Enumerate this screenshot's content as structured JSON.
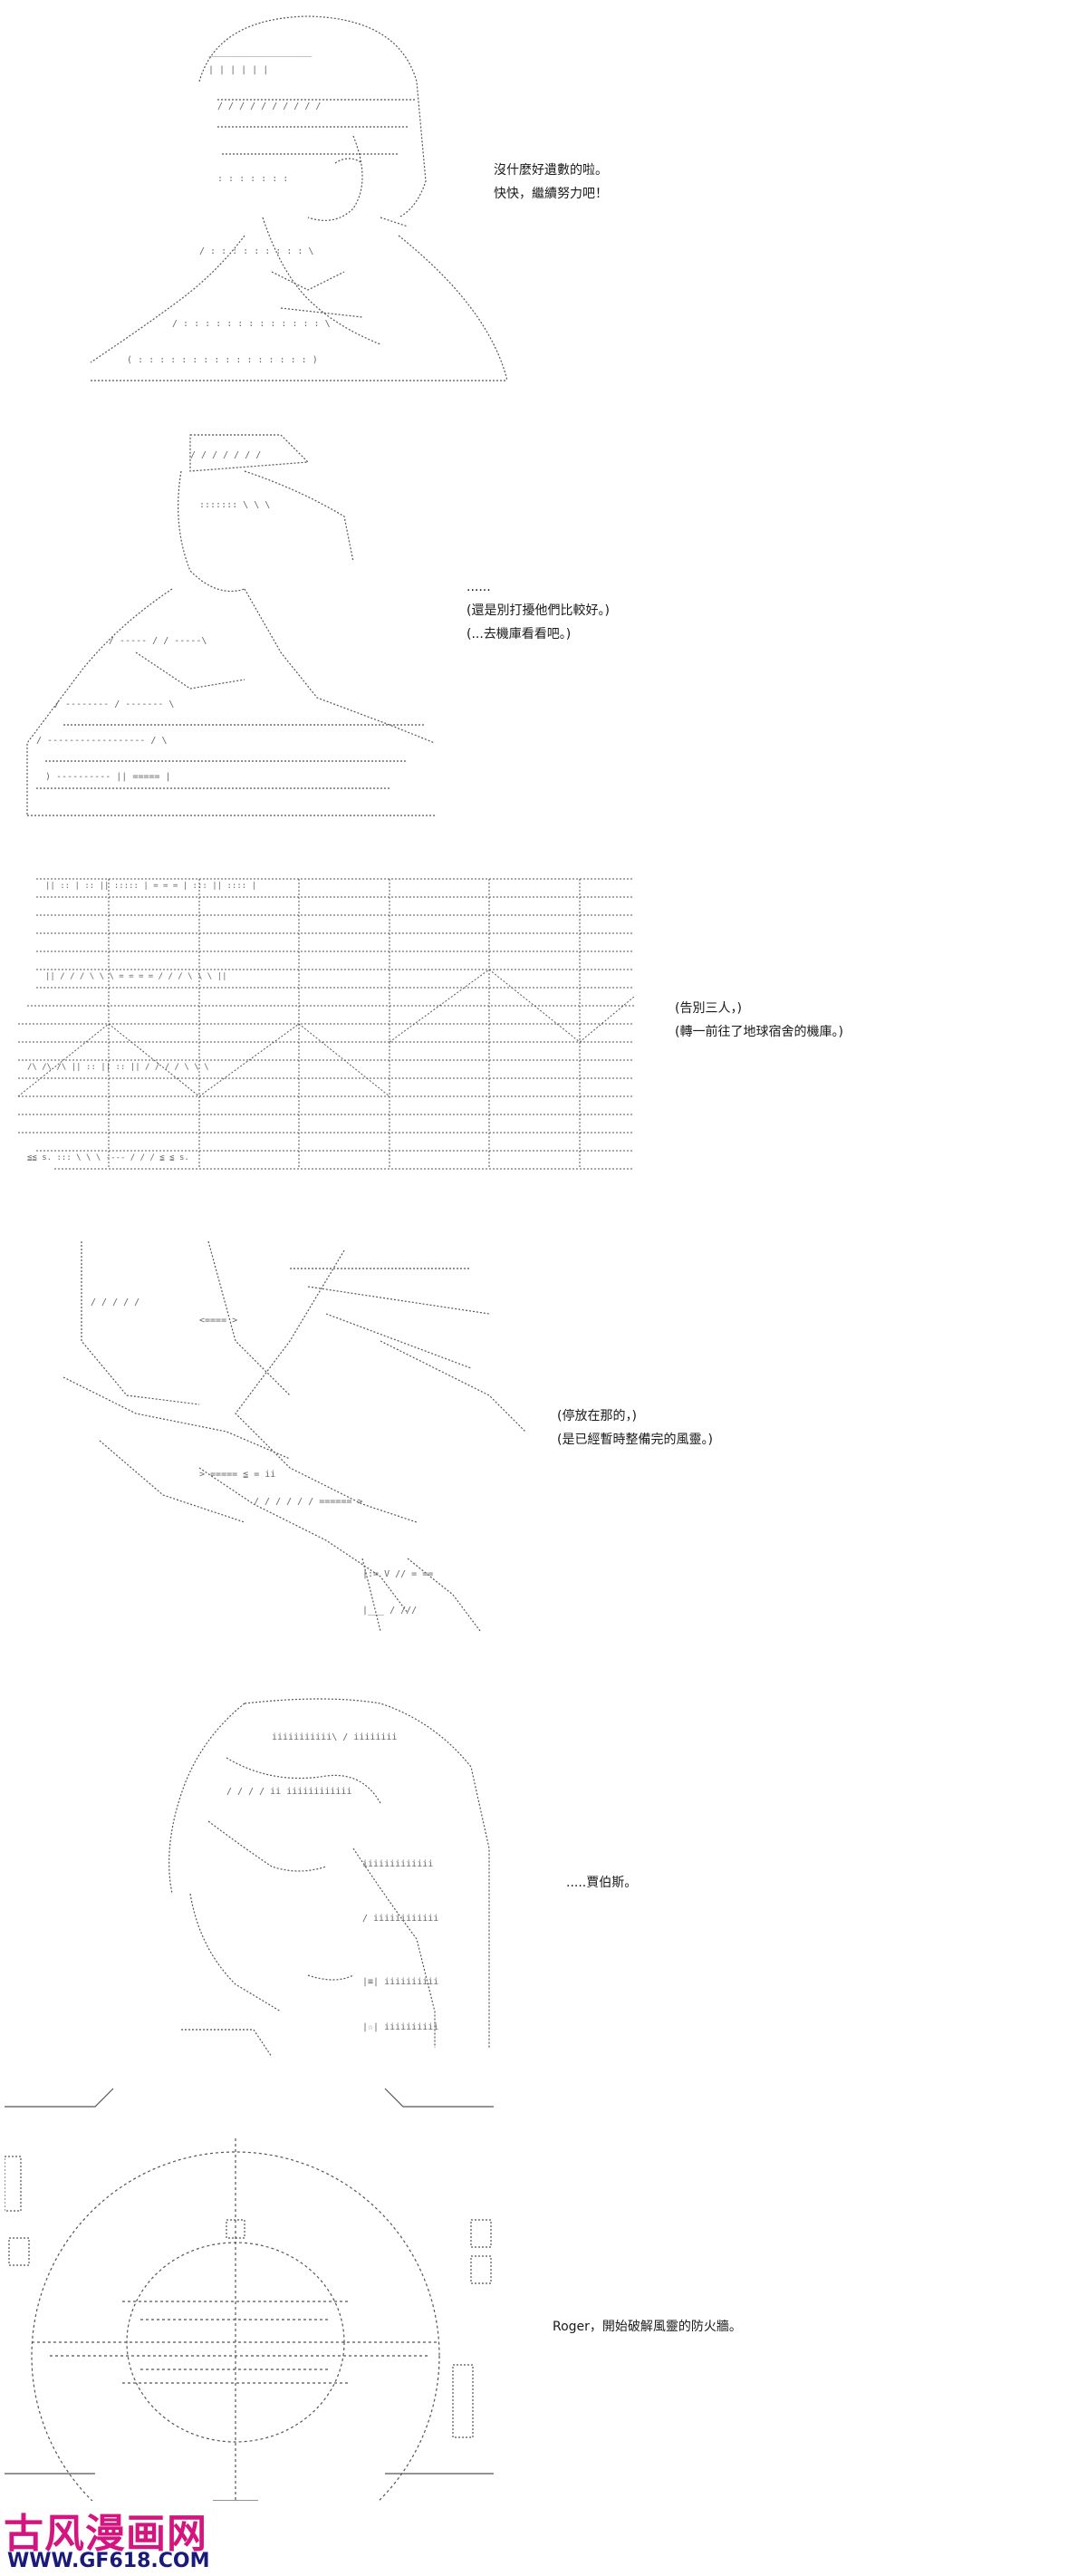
{
  "panels": [
    {
      "id": "panel-1",
      "lines": [
        "沒什麼好遺數的啦。",
        "快快，繼續努力吧！"
      ]
    },
    {
      "id": "panel-2",
      "lines": [
        "......",
        "(還是別打擾他們比較好。)",
        "(...去機庫看看吧。)"
      ]
    },
    {
      "id": "panel-3",
      "lines": [
        "(告別三人，)",
        "(轉一前往了地球宿舍的機庫。)"
      ]
    },
    {
      "id": "panel-4",
      "lines": [
        "(停放在那的，)",
        "(是已經暫時整備完的風靈。)"
      ]
    },
    {
      "id": "panel-5",
      "lines": [
        ".....賈伯斯。"
      ]
    },
    {
      "id": "panel-6",
      "lines": [
        "Roger，開始破解風靈的防火牆。"
      ]
    }
  ],
  "watermark": {
    "title": "古风漫画网",
    "url": "WWW.GF618.COM"
  },
  "colors": {
    "ink": "#444444",
    "watermark_title": "#d4147f",
    "watermark_url": "#1a1a7a"
  }
}
